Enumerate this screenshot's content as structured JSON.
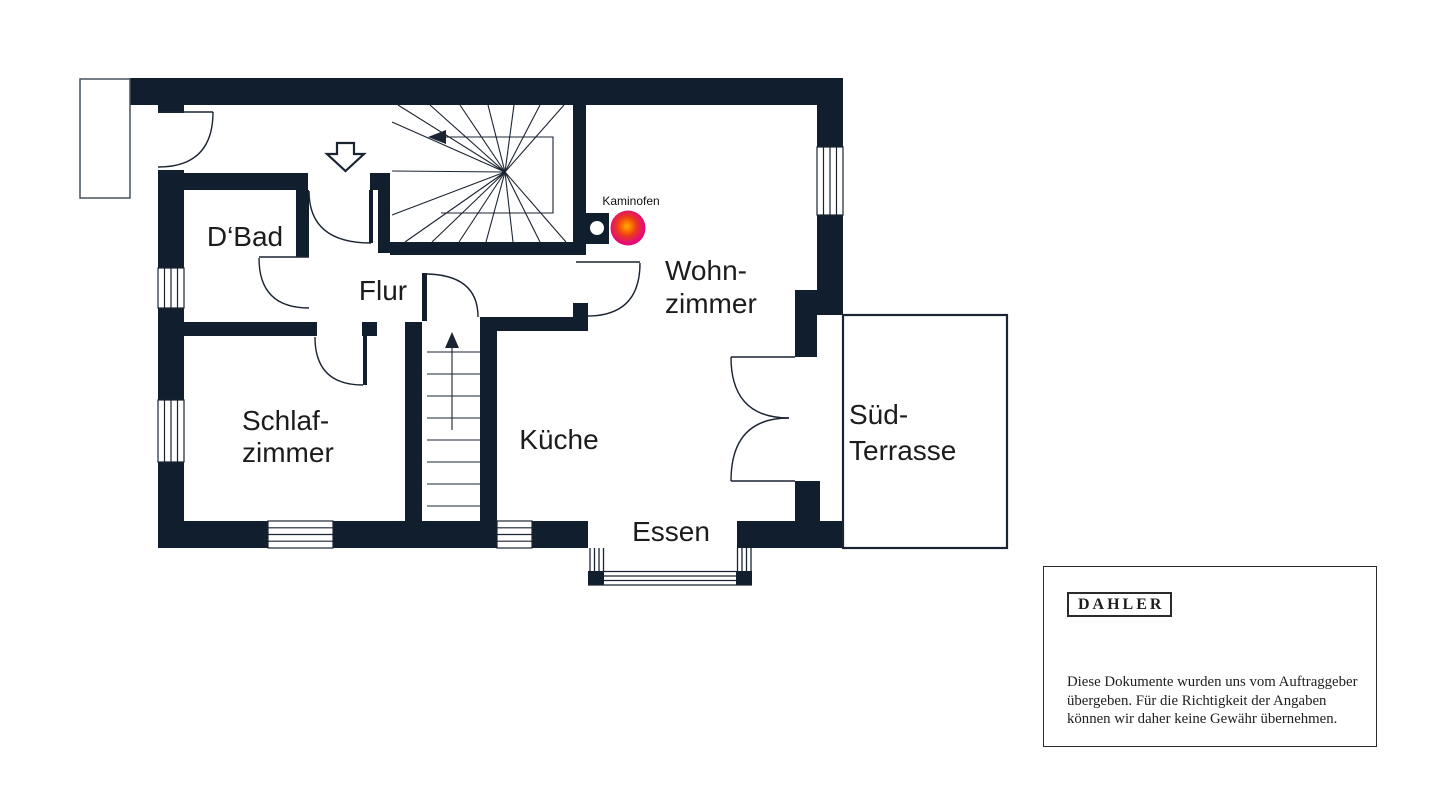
{
  "plan": {
    "labels": {
      "bad": "D‘Bad",
      "flur": "Flur",
      "schlaf_line1": "Schlaf-",
      "schlaf_line2": "zimmer",
      "kueche": "Küche",
      "essen": "Essen",
      "wohn_line1": "Wohn-",
      "wohn_line2": "zimmer",
      "terrasse_line1": "Süd-",
      "terrasse_line2": "Terrasse",
      "kaminofen": "Kaminofen"
    },
    "colors": {
      "wall": "#101e2d",
      "line": "#1b2432",
      "label_text": "#1c1c1c",
      "stove_outer": "#e50c78",
      "stove_mid": "#e93a1c",
      "stove_core": "#ff9000"
    }
  },
  "infobox": {
    "logo": "DAHLER",
    "disclaimer": {
      "line1": "Diese Dokumente wurden uns vom Auftraggeber",
      "line2": "übergeben. Für die Richtigkeit der Angaben",
      "line3": "können wir daher keine Gewähr übernehmen."
    }
  }
}
